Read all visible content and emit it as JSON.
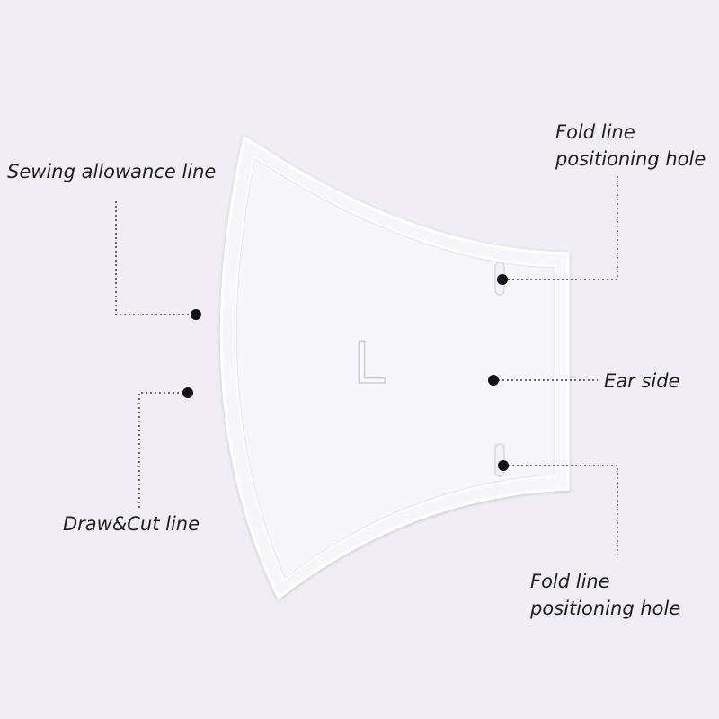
{
  "template": {
    "size_mark": "L"
  },
  "labels": {
    "sewing_allowance": "Sewing allowance line",
    "draw_cut": "Draw&Cut line",
    "ear_side": "Ear side",
    "fold_top": [
      "Fold line",
      "positioning hole"
    ],
    "fold_bottom": [
      "Fold line",
      "positioning hole"
    ]
  },
  "colors": {
    "background": "#f0eef4",
    "template_fill": "#f7f6fb",
    "template_edge": "#ffffff",
    "annotation": "#1f1f1f"
  }
}
